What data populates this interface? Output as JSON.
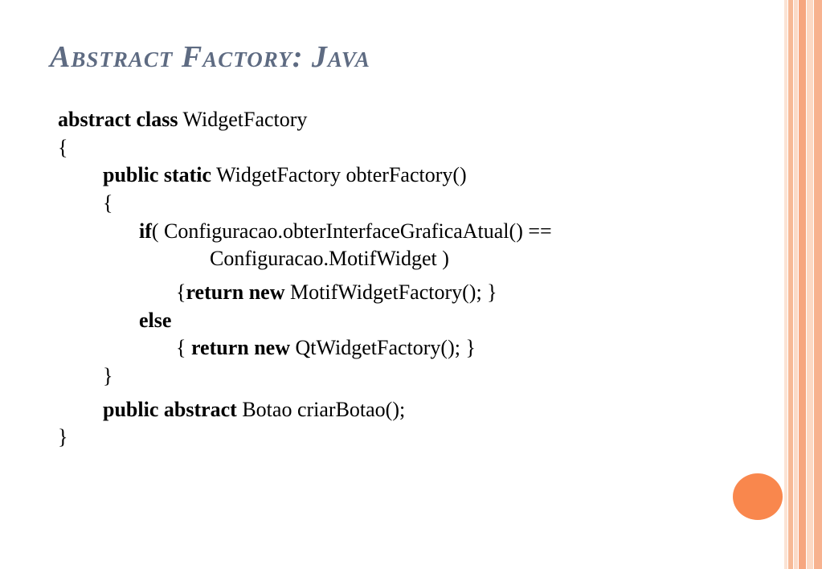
{
  "slide": {
    "title": "Abstract Factory: Java",
    "code": {
      "l1_kw": "abstract class",
      "l1_rest": " WidgetFactory",
      "l2": "{",
      "l3_kw": "public static",
      "l3_rest": " WidgetFactory obterFactory()",
      "l4": "{",
      "l5_kw": "if",
      "l5_rest": "( Configuracao.obterInterfaceGraficaAtual() ==",
      "l6": "Configuracao.MotifWidget )",
      "l7_pre": "{",
      "l7_kw": "return new",
      "l7_rest": " MotifWidgetFactory(); }",
      "l8_kw": "else",
      "l9_pre": "{ ",
      "l9_kw": "return new",
      "l9_rest": " QtWidgetFactory(); }",
      "l10": "}",
      "l11_kw": "public abstract",
      "l11_rest": " Botao criarBotao();",
      "l12": "}"
    }
  },
  "theme": {
    "title_color": "#5e6b82",
    "accent_orange": "#f9874d",
    "stripe_light": "#fbe3d4",
    "stripe_dark": "#f6a67f"
  }
}
